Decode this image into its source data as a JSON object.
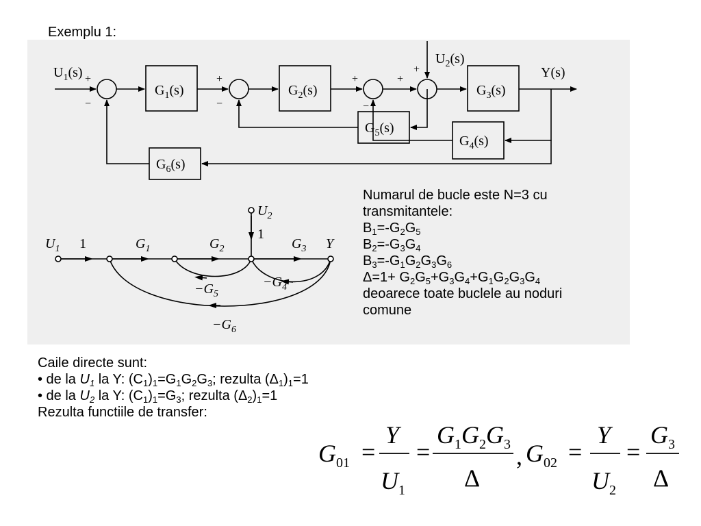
{
  "title": "Exemplu 1:",
  "block_diagram": {
    "input_u1": "U",
    "input_u1_sub": "1",
    "input_u1_tail": "(s)",
    "input_u2": "U",
    "input_u2_sub": "2",
    "input_u2_tail": "(s)",
    "output": "Y(s)",
    "blocks": {
      "g1": "G",
      "g1_sub": "1",
      "g1_tail": "(s)",
      "g2": "G",
      "g2_sub": "2",
      "g2_tail": "(s)",
      "g3": "G",
      "g3_sub": "3",
      "g3_tail": "(s)",
      "g4": "G",
      "g4_sub": "4",
      "g4_tail": "(s)",
      "g5": "G",
      "g5_sub": "5",
      "g5_tail": "(s)",
      "g6": "G",
      "g6_sub": "6",
      "g6_tail": "(s)"
    },
    "signs": {
      "plus": "+",
      "minus": "−"
    }
  },
  "signal_flow_graph": {
    "u1": "U",
    "u1_sub": "1",
    "u2": "U",
    "u2_sub": "2",
    "y": "Y",
    "branch_1": "1",
    "branch_g1": "G",
    "branch_g1_sub": "1",
    "branch_g2": "G",
    "branch_g2_sub": "2",
    "branch_g3": "G",
    "branch_g3_sub": "3",
    "branch_u2_gain": "1",
    "loop_g5": "−G",
    "loop_g5_sub": "5",
    "loop_g4": "−G",
    "loop_g4_sub": "4",
    "loop_g6": "−G",
    "loop_g6_sub": "6"
  },
  "loops": {
    "line1": "Numarul de bucle este N=3 cu",
    "line2": "transmitantele:",
    "b1": {
      "a": "B",
      "a_sub": "1",
      "b": "=-G",
      "b_sub": "2",
      "c": "G",
      "c_sub": "5"
    },
    "b2": {
      "a": "B",
      "a_sub": "2",
      "b": "=-G",
      "b_sub": "3",
      "c": "G",
      "c_sub": "4"
    },
    "b3": {
      "a": "B",
      "a_sub": "3",
      "b": "=-G",
      "b_sub": "1",
      "c": "G",
      "c_sub": "2",
      "d": "G",
      "d_sub": "3",
      "e": "G",
      "e_sub": "6"
    },
    "delta": {
      "a": "Δ=1+ G",
      "a_sub": "2",
      "b": "G",
      "b_sub": "5",
      "c": "+G",
      "c_sub": "3",
      "d": "G",
      "d_sub": "4",
      "e": "+G",
      "e_sub": "1",
      "f": "G",
      "f_sub": "2",
      "g": "G",
      "g_sub": "3",
      "h": "G",
      "h_sub": "4"
    },
    "line7": "deoarece toate buclele au noduri",
    "line8": "comune"
  },
  "paths": {
    "heading": "Caile directe sunt:",
    "p1": {
      "pre": "• de la ",
      "var": "U",
      "var_sub": "1",
      "mid": " la Y: (C",
      "c_sub": "1",
      "c_close": ")",
      "c_sub2": "1",
      "eq": "=G",
      "g1_sub": "1",
      "g2": "G",
      "g2_sub": "2",
      "g3": "G",
      "g3_sub": "3",
      "res": "; rezulta (Δ",
      "d_sub": "1",
      "d_close": ")",
      "d_sub2": "1",
      "val": "=1"
    },
    "p2": {
      "pre": "• de la ",
      "var": "U",
      "var_sub": "2",
      "mid": " la Y: (C",
      "c_sub": "1",
      "c_close": ")",
      "c_sub2": "1",
      "eq": "=G",
      "g3_sub": "3",
      "res": "; rezulta (Δ",
      "d_sub": "2",
      "d_close": ")",
      "d_sub2": "1",
      "val": "=1"
    },
    "conclusion": "Rezulta functiile de transfer:"
  },
  "formula": {
    "g": "G",
    "g01_sub": "01",
    "eq": "=",
    "y": "Y",
    "u": "U",
    "u1_sub": "1",
    "num1_g": "G",
    "num1_s1": "1",
    "num1_s2": "2",
    "num1_s3": "3",
    "delta": "Δ",
    "comma": ",",
    "g02_sub": "02",
    "u2_sub": "2",
    "num2_s3": "3"
  }
}
